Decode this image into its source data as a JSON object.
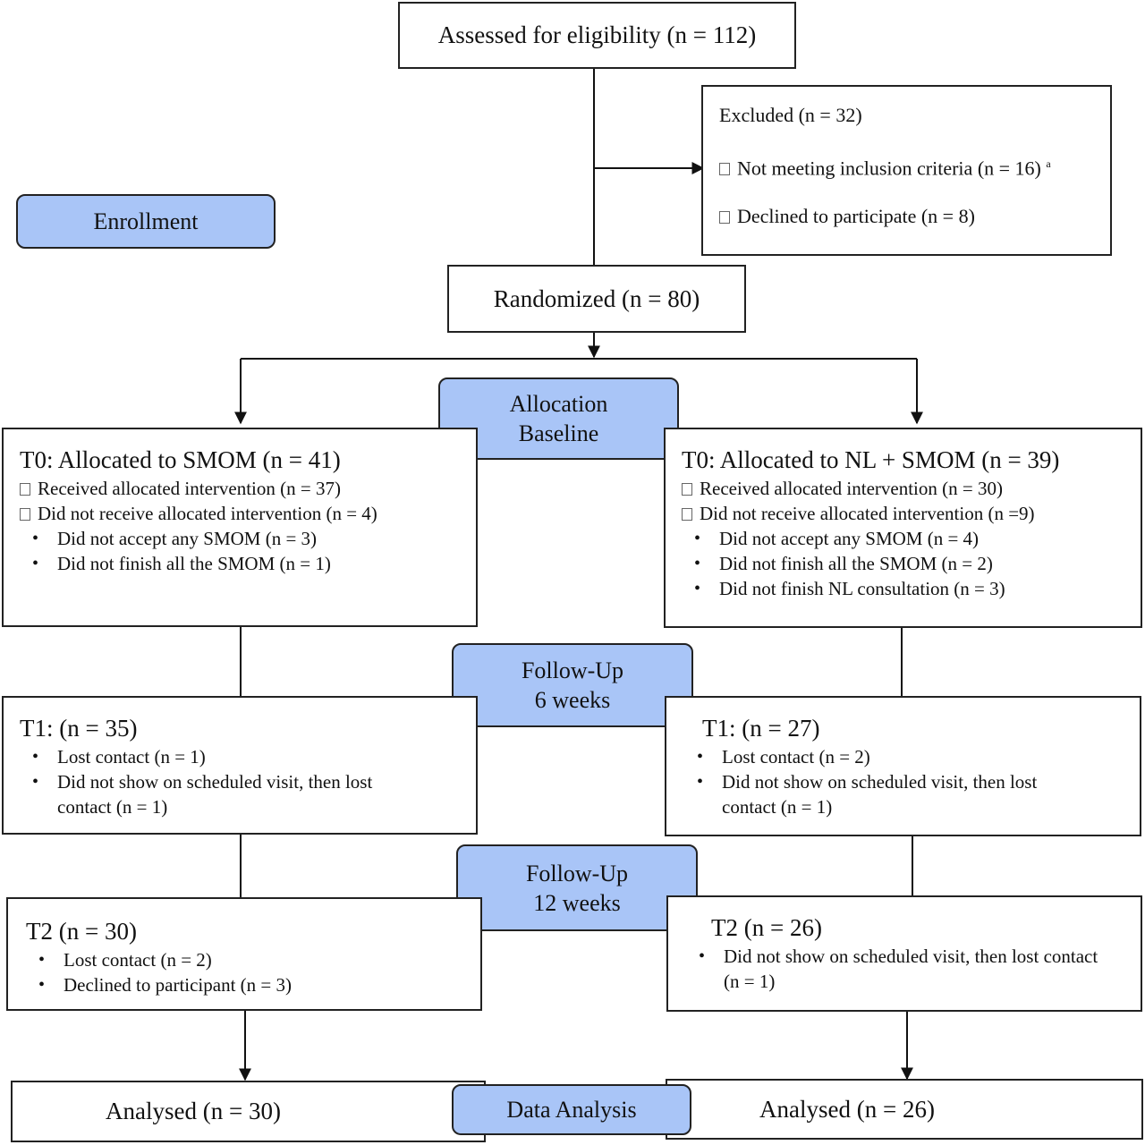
{
  "enrollment": {
    "stage_label": "Enrollment",
    "assessed": "Assessed for eligibility (n = 112)",
    "excluded": {
      "title": "Excluded (n = 32)",
      "items": [
        "Not meeting inclusion criteria (n = 16)",
        "Declined to participate (n = 8)"
      ],
      "footnote_mark": "a"
    },
    "randomized": "Randomized (n = 80)"
  },
  "allocation": {
    "stage_label_1": "Allocation",
    "stage_label_2": "Baseline",
    "left": {
      "title": "T0: Allocated to SMOM (n = 41)",
      "received": "Received allocated intervention (n = 37)",
      "not_received": "Did not receive allocated intervention  (n = 4)",
      "reasons": [
        "Did not accept any SMOM (n = 3)",
        "Did not finish all the SMOM (n = 1)"
      ]
    },
    "right": {
      "title": "T0: Allocated to NL + SMOM (n = 39)",
      "received": "Received allocated intervention (n = 30)",
      "not_received": "Did not receive allocated intervention (n =9)",
      "reasons": [
        "Did not accept any SMOM (n = 4)",
        "Did not finish all the SMOM (n = 2)",
        "Did not finish NL consultation (n = 3)"
      ]
    }
  },
  "followup1": {
    "stage_label_1": "Follow-Up",
    "stage_label_2": "6 weeks",
    "left": {
      "title": "T1: (n = 35)",
      "reasons": [
        "Lost contact (n = 1)",
        "Did not show on scheduled visit, then lost contact (n = 1)"
      ]
    },
    "right": {
      "title": "T1: (n = 27)",
      "reasons": [
        "Lost contact (n = 2)",
        "Did not show on scheduled visit, then lost contact (n = 1)"
      ]
    }
  },
  "followup2": {
    "stage_label_1": "Follow-Up",
    "stage_label_2": "12 weeks",
    "left": {
      "title": "T2 (n = 30)",
      "reasons": [
        "Lost contact (n = 2)",
        "Declined to participant (n = 3)"
      ]
    },
    "right": {
      "title": "T2 (n = 26)",
      "reasons": [
        "Did not show on scheduled visit, then lost contact (n = 1)"
      ]
    }
  },
  "analysis": {
    "stage_label": "Data Analysis",
    "left": "Analysed (n = 30)",
    "right": "Analysed (n = 26)"
  }
}
